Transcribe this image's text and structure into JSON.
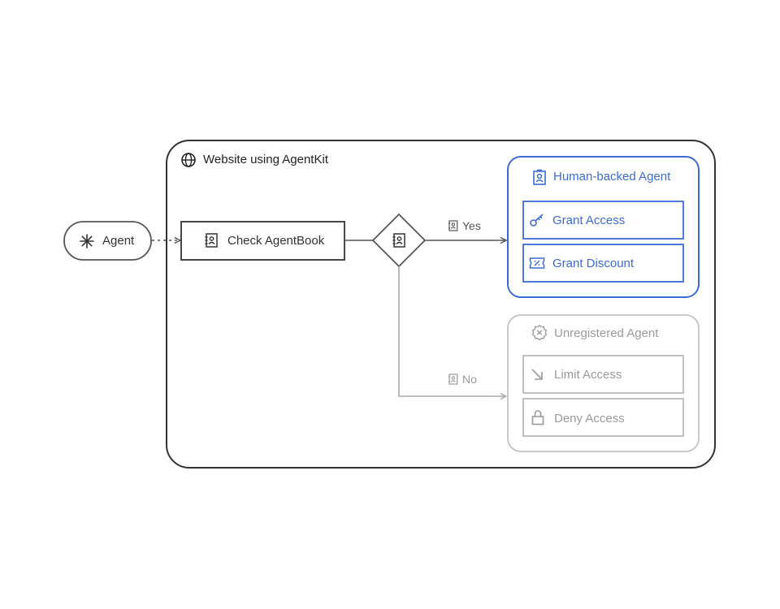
{
  "website": {
    "title": "Website using AgentKit",
    "icon": "globe-icon"
  },
  "agent": {
    "label": "Agent",
    "icon": "asterisk-icon"
  },
  "check": {
    "label": "Check AgentBook",
    "icon": "contact-book-icon"
  },
  "decision": {
    "icon": "contact-book-icon"
  },
  "branch_yes": {
    "label": "Yes",
    "icon": "contact-book-icon"
  },
  "branch_no": {
    "label": "No",
    "icon": "contact-book-icon"
  },
  "human_group": {
    "title": "Human-backed Agent",
    "icon": "id-badge-icon",
    "actions": [
      {
        "label": "Grant Access",
        "icon": "key-icon"
      },
      {
        "label": "Grant Discount",
        "icon": "ticket-icon"
      }
    ]
  },
  "unregistered_group": {
    "title": "Unregistered Agent",
    "icon": "badge-x-icon",
    "actions": [
      {
        "label": "Limit Access",
        "icon": "arrow-down-right-icon"
      },
      {
        "label": "Deny Access",
        "icon": "lock-icon"
      }
    ]
  },
  "colors": {
    "dark": "#333333",
    "blue": "#3d6bd4",
    "muted": "#b9b9b9",
    "muted_text": "#9a9a9a"
  }
}
